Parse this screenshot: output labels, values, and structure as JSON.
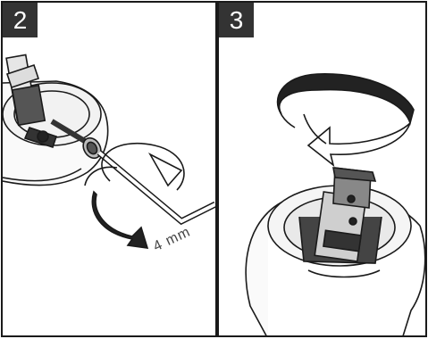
{
  "steps": [
    {
      "number": "2",
      "dimension_label": "4 mm"
    },
    {
      "number": "3"
    }
  ],
  "icons": {
    "step2": [
      "fixture-body-icon",
      "hex-key-icon",
      "rotation-arrow-icon"
    ],
    "step3": [
      "fixture-body-icon",
      "rotation-arrow-icon"
    ]
  },
  "colors": {
    "badge": "#333333",
    "line": "#1a1a1a",
    "dark_fill": "#222222"
  }
}
